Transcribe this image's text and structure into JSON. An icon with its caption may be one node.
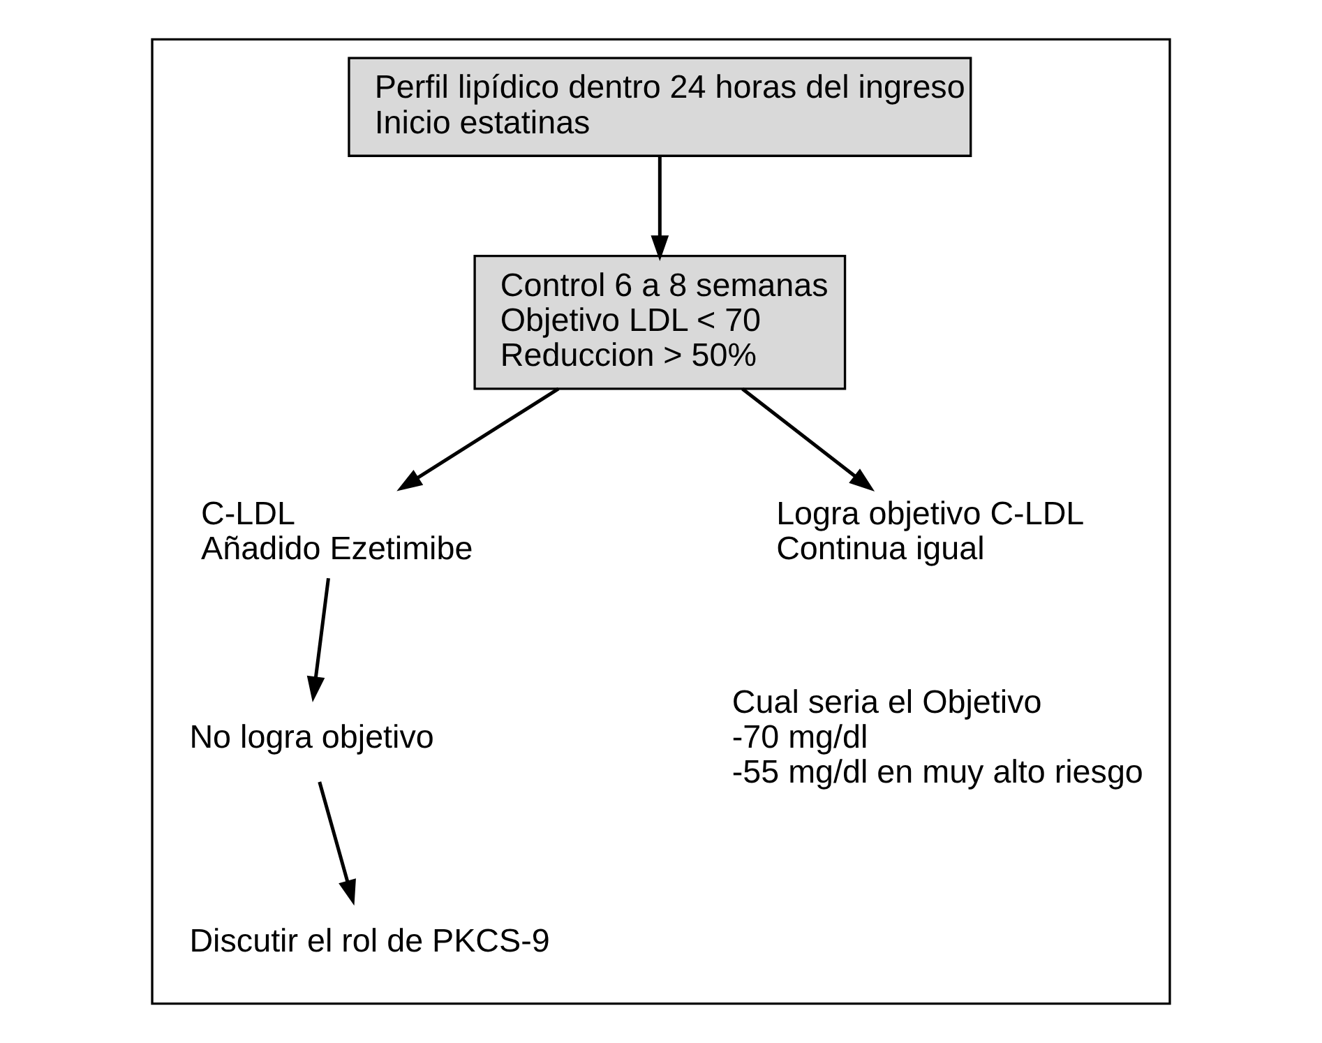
{
  "diagram": {
    "nodes": [
      {
        "text": [],
        "shape": "box"
      },
      {
        "text": [
          "Perfil lipídico dentro 24 horas del ingreso",
          "Inicio estatinas"
        ],
        "in": 0
      },
      {
        "text": [
          "Control 6 a 8 semanas",
          "Objetivo LDL < 70",
          "Reduccion > 50%"
        ],
        "in": 0
      },
      {
        "text": [
          "C-LDL",
          "Añadido Ezetimibe"
        ],
        "in": 0
      },
      {
        "text": [
          "Logra objetivo C-LDL",
          "Continua igual"
        ],
        "in": 0
      },
      {
        "text": [
          "No logra objetivo"
        ],
        "in": 0
      },
      {
        "text": [
          "Discutir el rol de PKCS-9"
        ],
        "in": 0
      }
    ],
    "edges": [
      {
        "from": 1,
        "to": 2,
        "arrow": "to"
      },
      {
        "from": 2,
        "to": 3,
        "arrow": "to"
      },
      {
        "from": 2,
        "to": 4,
        "arrow": "to"
      },
      {
        "from": 3,
        "to": 5,
        "arrow": "to"
      },
      {
        "from": 5,
        "to": 6,
        "arrow": "to"
      }
    ],
    "labels": [
      "Cual seria el Objetivo",
      "-70 mg/dl",
      "-55 mg/dl en muy alto riesgo"
    ]
  }
}
